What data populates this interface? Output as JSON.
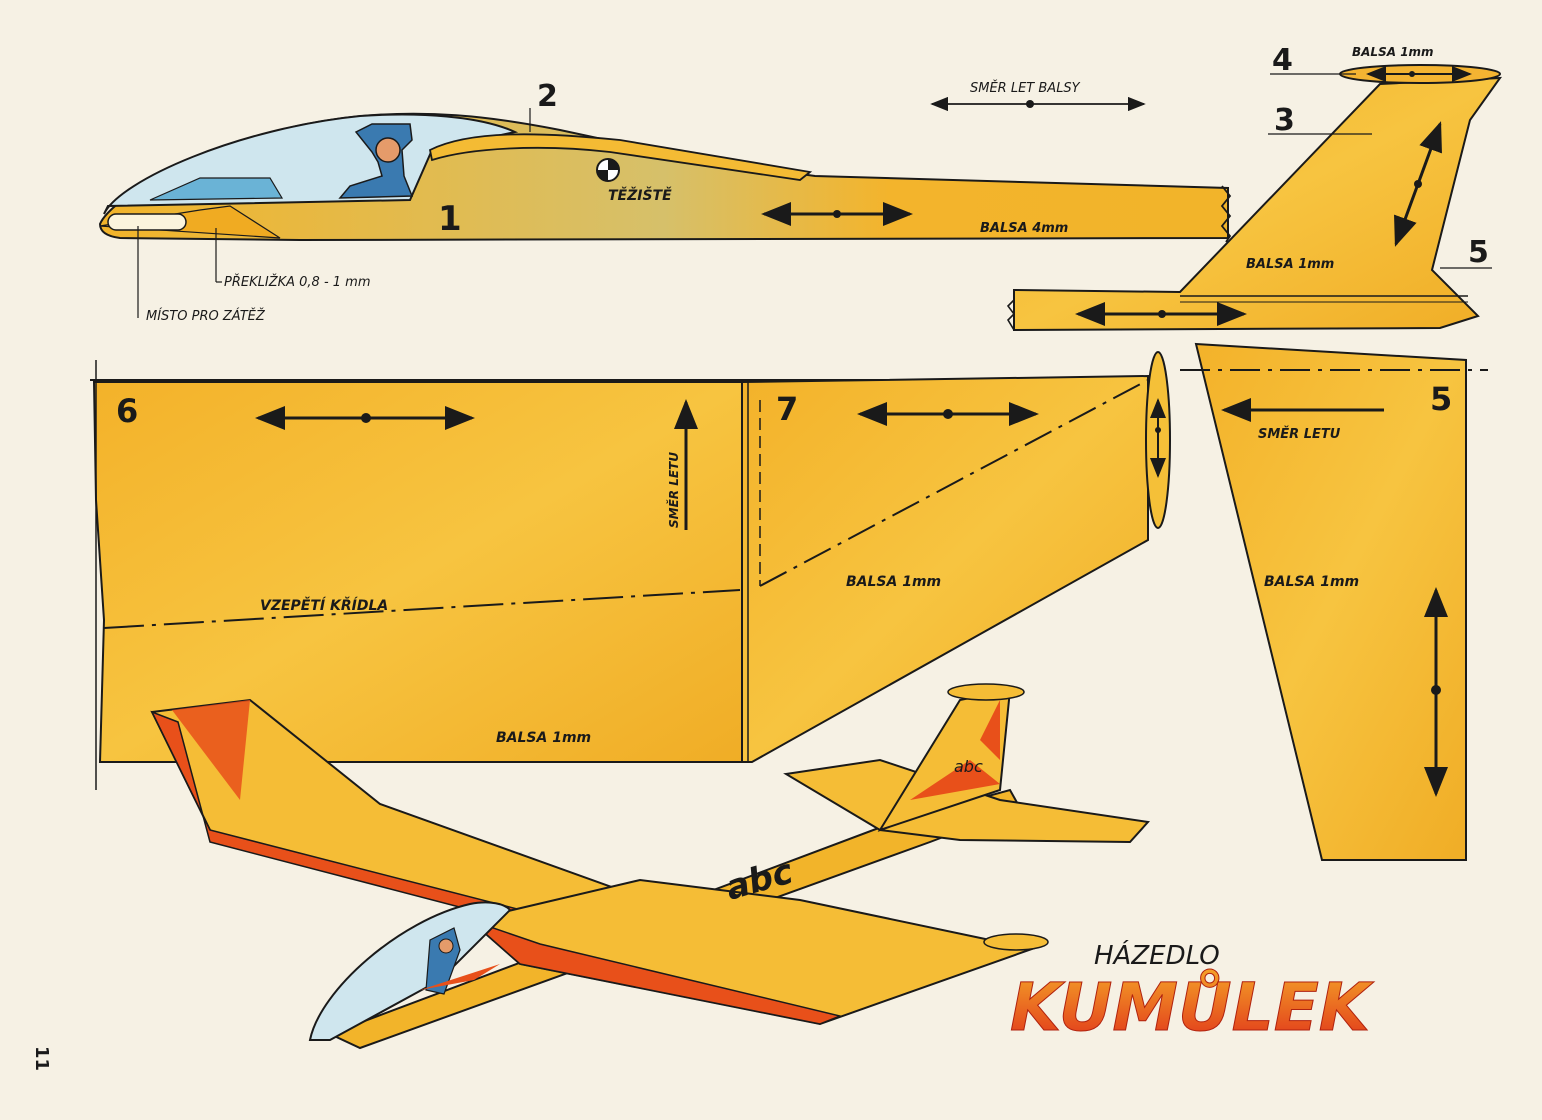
{
  "parts": {
    "p1": "1",
    "p2": "2",
    "p3": "3",
    "p4": "4",
    "p5a": "5",
    "p5b": "5",
    "p6": "6",
    "p7": "7"
  },
  "labels": {
    "teziste": "TĚŽIŠTĚ",
    "balsa4": "BALSA 4mm",
    "preklizka": "PŘEKLIŽKA 0,8 - 1 mm",
    "misto": "MÍSTO PRO ZÁTĚŽ",
    "smer_let_balsy": "SMĚR LET BALSY",
    "balsa1_top": "BALSA 1mm",
    "balsa_fin": "BALSA 1mm",
    "balsa_wing7": "BALSA 1mm",
    "balsa_wing6": "BALSA 1mm",
    "balsa_stab": "BALSA 1mm",
    "smer_letu_stab": "SMĚR LETU",
    "smer_letu_wing": "SMĚR LETU",
    "vzepeti": "VZEPĚTÍ KŘÍDLA",
    "abc_body": "abc",
    "abc_fin": "abc"
  },
  "title": {
    "subtitle": "HÁZEDLO",
    "main": "KUMŮLEK"
  },
  "page_number": "11",
  "colors": {
    "paper": "#f6f1e4",
    "balsa": "#f2b42a",
    "balsa_light": "#f7c640",
    "orange": "#e8501a",
    "canopy": "#bfe0ee",
    "ink": "#1a1a1a"
  }
}
